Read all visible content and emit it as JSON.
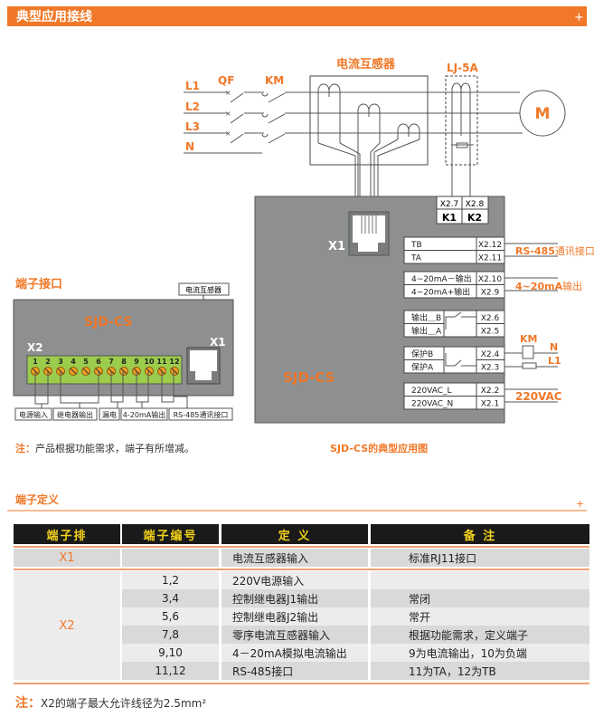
{
  "section1": {
    "title": "典型应用接线",
    "plus": "+"
  },
  "diagram": {
    "lines": [
      "L1",
      "L2",
      "L3",
      "N"
    ],
    "qf": "QF",
    "km": "KM",
    "ct_label": "电流互感器",
    "lj_label": "LJ-5A",
    "motor": "M",
    "x1_label": "X1",
    "device_name": "SJD-CS",
    "k_terms": {
      "t1": "X2.7",
      "t2": "X2.8",
      "k1": "K1",
      "k2": "K2"
    },
    "terminals": [
      {
        "name": "TB",
        "num": "X2.12"
      },
      {
        "name": "TA",
        "num": "X2.11"
      },
      {
        "name": "4~20mA－输出",
        "num": "X2.10"
      },
      {
        "name": "4~20mA+输出",
        "num": "X2.9"
      },
      {
        "name": "输出＿B",
        "num": "X2.6"
      },
      {
        "name": "输出＿A",
        "num": "X2.5"
      },
      {
        "name": "保护B",
        "num": "X2.4"
      },
      {
        "name": "保护A",
        "num": "X2.3"
      },
      {
        "name": "220VAC_L",
        "num": "X2.2"
      },
      {
        "name": "220VAC_N",
        "num": "X2.1"
      }
    ],
    "rs485_a": "RS-485",
    "rs485_b": "通讯接口",
    "ma_a": "4~20mA",
    "ma_b": "输出",
    "km_right": "KM",
    "n_right": "N",
    "l1_right": "L1",
    "vac": "220VAC",
    "caption": "SJD-CS的典型应用图"
  },
  "port": {
    "title": "端子接口",
    "ct_label": "电流互感器",
    "device_name": "SJD-CS",
    "x2": "X2",
    "x1": "X1",
    "pins": [
      "1",
      "2",
      "3",
      "4",
      "5",
      "6",
      "7",
      "8",
      "9",
      "10",
      "11",
      "12"
    ],
    "groups": [
      "电源输入",
      "继电器输出",
      "漏电",
      "4-20mA输出",
      "RS-485通讯接口"
    ]
  },
  "note1": {
    "prefix": "注：",
    "text": "产品根据功能需求，端子有所增减。"
  },
  "section2": {
    "title": "端子定义",
    "plus": "+"
  },
  "table": {
    "headers": [
      "端子排",
      "端子编号",
      "定  义",
      "备  注"
    ],
    "x1": {
      "row": "X1",
      "num": "",
      "def": "电流互感器输入",
      "note": "标准RJ11接口"
    },
    "x2_label": "X2",
    "x2_rows": [
      {
        "num": "1,2",
        "def": "220V电源输入",
        "note": ""
      },
      {
        "num": "3,4",
        "def": "控制继电器J1输出",
        "note": "常闭"
      },
      {
        "num": "5,6",
        "def": "控制继电器J2输出",
        "note": "常开"
      },
      {
        "num": "7,8",
        "def": "零序电流互感器输入",
        "note": "根据功能需求，定义端子"
      },
      {
        "num": "9,10",
        "def": "4－20mA模拟电流输出",
        "note": "9为电流输出，10为负端"
      },
      {
        "num": "11,12",
        "def": "RS-485接口",
        "note": "11为TA，12为TB"
      }
    ]
  },
  "note2": {
    "prefix": "注：",
    "text": "X2的端子最大允许线径为2.5mm²"
  },
  "colors": {
    "accent": "#f07828",
    "device": "#8d8f90",
    "terminal": "#9ccc4c",
    "header": "#1a1a1a",
    "header_text": "#f2d21a"
  }
}
